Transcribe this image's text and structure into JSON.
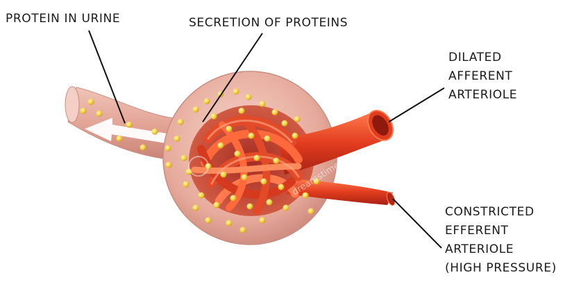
{
  "labels": {
    "protein_in_urine": "PROTEIN IN URINE",
    "secretion": "SECRETION OF PROTEINS",
    "dilated": [
      "DILATED",
      "AFFERENT",
      "ARTERIOLE"
    ],
    "constricted": [
      "CONSTRICTED",
      "EFFERENT",
      "ARTERIOLE",
      "(HIGH PRESSURE)"
    ]
  },
  "watermark": "dreamstime",
  "colors": {
    "capsule": "#e8b3a6",
    "capsule_edge": "#c88d81",
    "vessel": "#e24a28",
    "vessel_dark": "#b32716",
    "vessel_light": "#ff8a5c",
    "protein": "#f4d040",
    "tubule": "#e7b5a9",
    "arrow": "#ffffff",
    "leader": "#111111"
  }
}
